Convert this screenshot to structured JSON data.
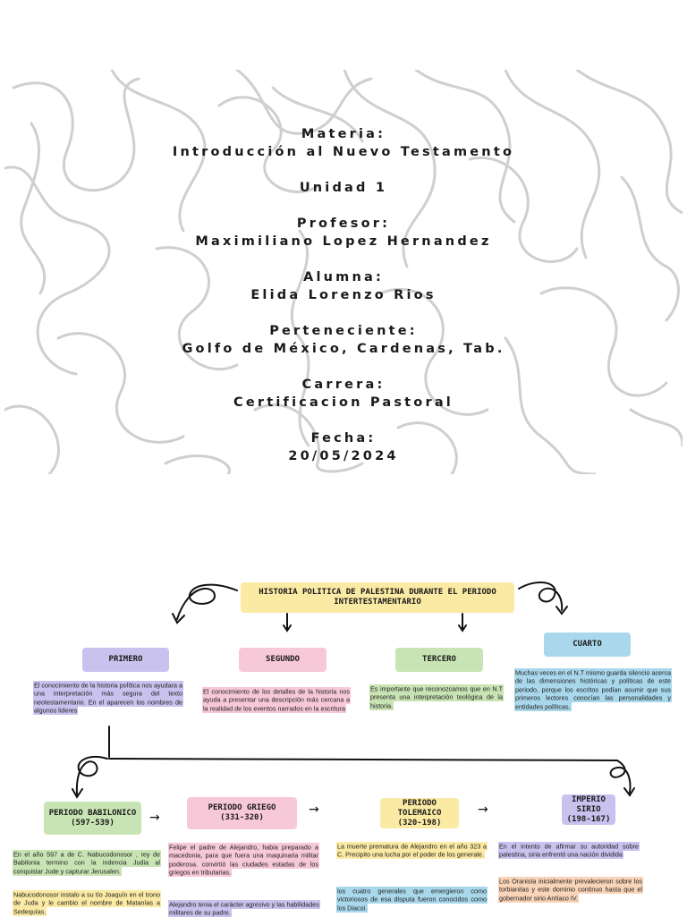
{
  "cover": {
    "blocks": [
      {
        "label": "Materia:",
        "value": "Introducción al Nuevo Testamento"
      },
      {
        "label": "Unidad 1",
        "value": ""
      },
      {
        "label": "Profesor:",
        "value": "Maximiliano Lopez Hernandez"
      },
      {
        "label": "Alumna:",
        "value": "Elida Lorenzo Rios"
      },
      {
        "label": "Perteneciente:",
        "value": "Golfo de México, Cardenas, Tab."
      },
      {
        "label": "Carrera:",
        "value": "Certificacion Pastoral"
      },
      {
        "label": "Fecha:",
        "value": "20/05/2024"
      }
    ]
  },
  "diagram": {
    "title": "HISTORIA POLITICA DE PALESTINA DURANTE EL PERIODO INTERTESTAMENTARIO",
    "colors": {
      "title": "#fbeaa4",
      "primero": "#c9c2ee",
      "segundo": "#f7c8d8",
      "tercero": "#c9e4b4",
      "cuarto": "#a9d8ec"
    },
    "top_nodes": [
      {
        "label": "PRIMERO",
        "text": "El conocimiento de la historia política nos ayudara a una interpretación más segura del texto neotestamentario. En el aparecen los nombres de algunos lideres"
      },
      {
        "label": "SEGUNDO",
        "text": "El conocimiento de los detalles de la historia nos ayuda a presentar una descripción más cercana a la realidad de los eventos narrados en la escritura"
      },
      {
        "label": "TERCERO",
        "text": "Es importante que reconozcamos que en N.T presenta una interpretación teológica de la historia."
      },
      {
        "label": "CUARTO",
        "text": "Muchas veces en el N.T mismo guarda silencio acerca de las dimensiones históricas y políticas de este periodo, porque los escritos podían asumir que sus primeros lectores conocían las personalidades y entidades políticas."
      }
    ],
    "periods": [
      {
        "label": "PERIODO BABILONICO",
        "dates": "(597-539)",
        "notes": [
          "En el año 597 a de C. Nabucodonosor , rey de Babilonia termino con la indencia Judia al conquistar Jude y capturar Jerusalen.",
          "Nabucodonosor instalo a su tío Joaquín en el trono de Juda y le cambio el nombre de Matanías a Sedequías."
        ]
      },
      {
        "label": "PERIODO GRIEGO",
        "dates": "(331-320)",
        "notes": [
          "Felipe el padre de Alejandro, habia preparado a macedonia, para que fuera una maquinaria militar poderosa. convirtió las ciudades estadas de los griegos en tributarias.",
          "Alejandro tenia el carácter agresivo y las habilidades militares de su padre."
        ]
      },
      {
        "label": "PERIODO TOLEMAICO",
        "dates": "(320-198)",
        "notes": [
          "La muerte prematura de Alejandro en el año 323 a C. Precipito una lucha por el poder de los generale.",
          "los cuatro generales que emergieron como victoriosos de esa disputa fueron conocidos como los Diacoi."
        ]
      },
      {
        "label": "IMPERIO SIRIO",
        "dates": "(198-167)",
        "notes": [
          "En el intento de afirmar su autoridad sobre palestina, siria enfrentó una nación dividida",
          "Los Oranista inicialmente prevalecieron sobre los torbianitas y este dominio continuo hasta que el gobernador sirio Antíaco IV."
        ]
      }
    ],
    "arrows": [
      "→",
      "→",
      "→",
      "↓",
      "↓"
    ]
  }
}
